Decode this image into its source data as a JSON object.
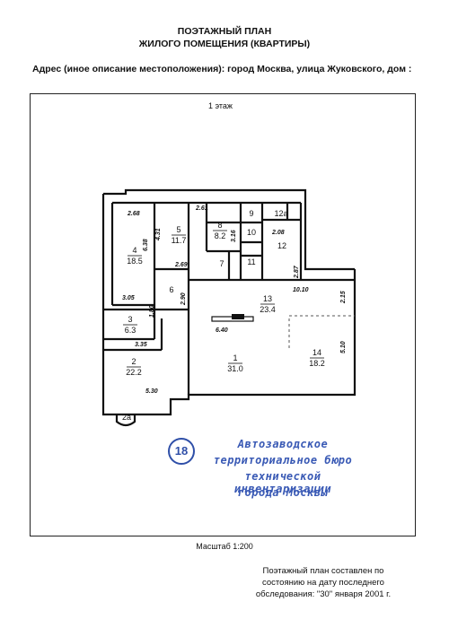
{
  "header": {
    "title_line1": "ПОЭТАЖНЫЙ ПЛАН",
    "title_line2": "ЖИЛОГО ПОМЕЩЕНИЯ (КВАРТИРЫ)"
  },
  "address": {
    "text": "Адрес (иное описание местоположения): город Москва, улица Жуковского, дом :"
  },
  "plan": {
    "floor_label": "1 этаж",
    "rooms": [
      {
        "number": "1",
        "area": "31.0"
      },
      {
        "number": "2",
        "area": "22.2"
      },
      {
        "number": "3",
        "area": "6.3"
      },
      {
        "number": "4",
        "area": "18.5"
      },
      {
        "number": "5",
        "area": "11.7"
      },
      {
        "number": "6",
        "area": ""
      },
      {
        "number": "7",
        "area": ""
      },
      {
        "number": "8",
        "area": "8.2"
      },
      {
        "number": "9",
        "area": ""
      },
      {
        "number": "10",
        "area": ""
      },
      {
        "number": "11",
        "area": ""
      },
      {
        "number": "12",
        "area": ""
      },
      {
        "number": "12а",
        "area": ""
      },
      {
        "number": "13",
        "area": "23.4"
      },
      {
        "number": "14",
        "area": "18.2"
      },
      {
        "number": "2а",
        "area": ""
      }
    ],
    "dimensions": [
      "2.68",
      "4.31",
      "6.38",
      "2.61",
      "3.16",
      "2.69",
      "2.08",
      "2.87",
      "10.10",
      "2.15",
      "3.05",
      "2.90",
      "1.80",
      "3.35",
      "6.40",
      "5.10",
      "5.30"
    ]
  },
  "stamp": {
    "number": "18",
    "line1": "Автозаводское",
    "line2": "территориальное бюро",
    "line3": "технической инвентаризации",
    "line4": "города Москвы",
    "color": "#3a5ab5"
  },
  "footer": {
    "scale": "Масштаб 1:200",
    "note_line1": "Поэтажный план составлен по",
    "note_line2": "состоянию на дату последнего",
    "note_line3": "обследования: \"30\" января 2001 г."
  }
}
